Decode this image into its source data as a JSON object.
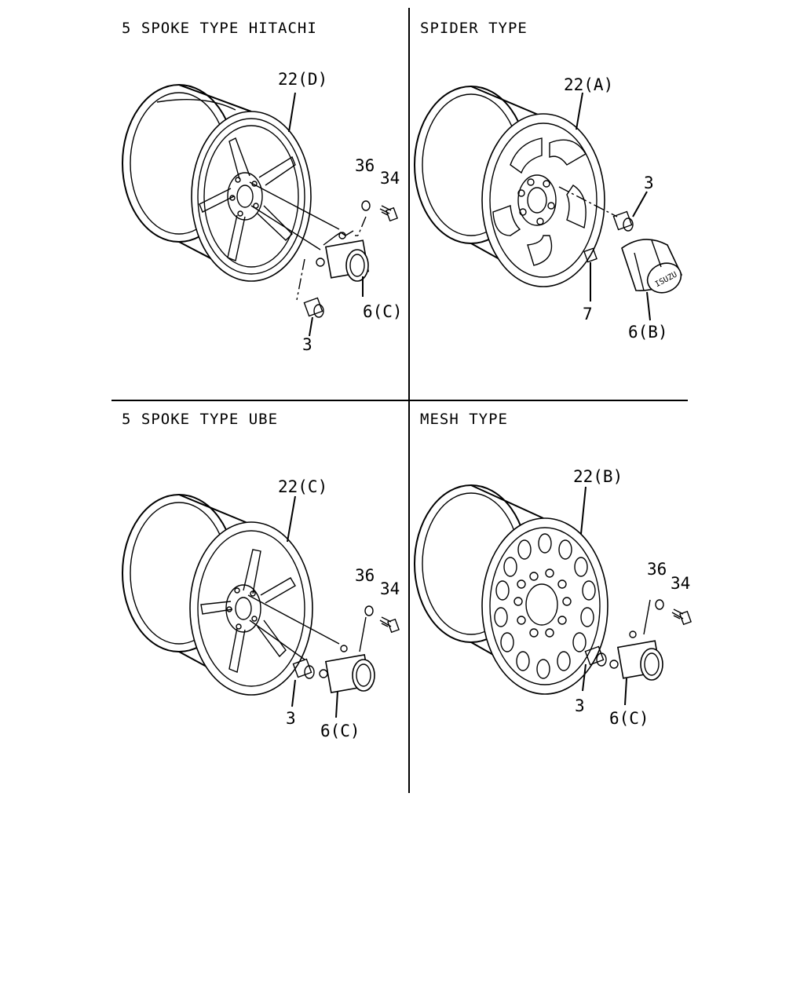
{
  "panels": {
    "hitachi": {
      "title": "5 SPOKE TYPE HITACHI",
      "wheel": "22(D)",
      "washer": "36",
      "screw": "34",
      "cap": "6(C)",
      "nut": "3"
    },
    "spider": {
      "title": "SPIDER TYPE",
      "wheel": "22(A)",
      "nut": "3",
      "bolt": "7",
      "cap": "6(B)",
      "cap_logo": "ISUZU"
    },
    "ube": {
      "title": "5 SPOKE TYPE UBE",
      "wheel": "22(C)",
      "washer": "36",
      "screw": "34",
      "nut": "3",
      "cap": "6(C)"
    },
    "mesh": {
      "title": "MESH TYPE",
      "wheel": "22(B)",
      "washer": "36",
      "screw": "34",
      "nut": "3",
      "cap": "6(C)"
    }
  }
}
